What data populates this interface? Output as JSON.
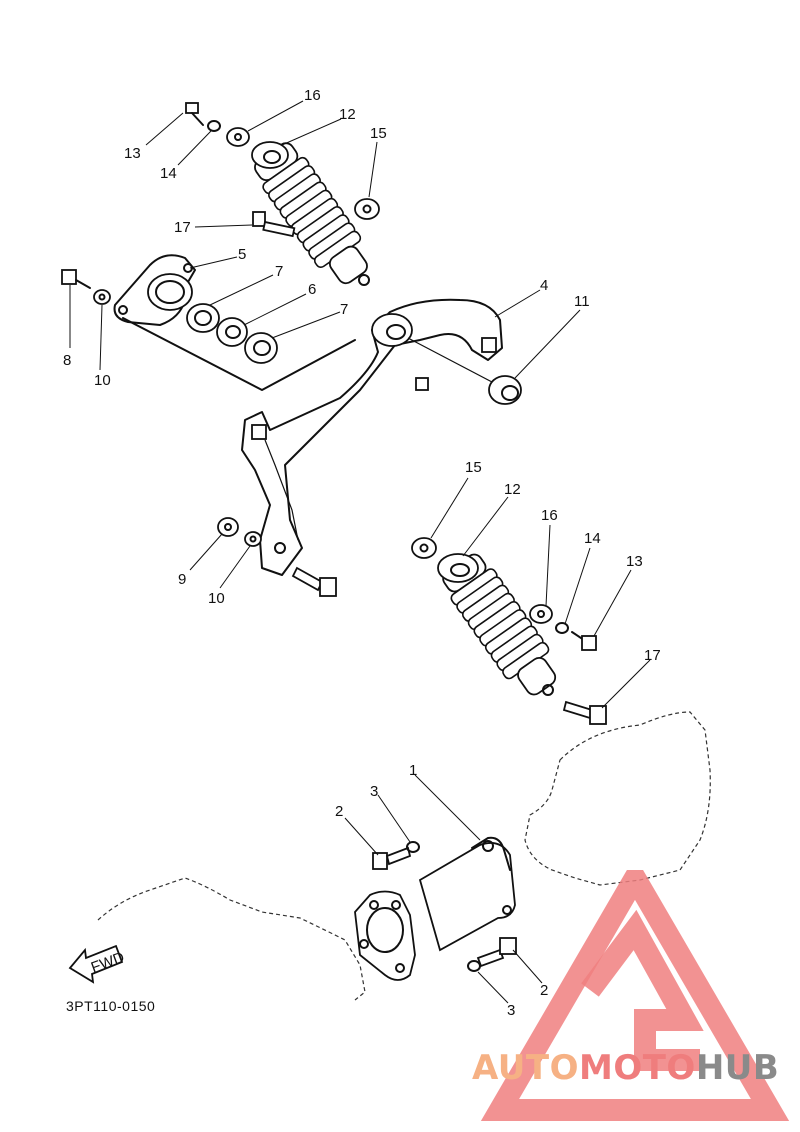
{
  "diagram": {
    "code": "3PT110-0150",
    "fwd_label": "FWD",
    "callouts": {
      "c1": "1",
      "c2a": "2",
      "c2b": "2",
      "c3a": "3",
      "c3b": "3",
      "c4": "4",
      "c5": "5",
      "c6": "6",
      "c7a": "7",
      "c7b": "7",
      "c8": "8",
      "c9": "9",
      "c10a": "10",
      "c10b": "10",
      "c11": "11",
      "c12a": "12",
      "c12b": "12",
      "c13a": "13",
      "c13b": "13",
      "c14a": "14",
      "c14b": "14",
      "c15a": "15",
      "c15b": "15",
      "c16a": "16",
      "c16b": "16",
      "c17a": "17",
      "c17b": "17"
    }
  },
  "watermark": {
    "part1": "AUTO",
    "part2": "MOTO",
    "part3": "HUB",
    "colors": {
      "orange": "#f6b184",
      "red": "#ef7d7d",
      "gray": "#8a8a8a",
      "logo_red": "#f07f7f"
    }
  }
}
